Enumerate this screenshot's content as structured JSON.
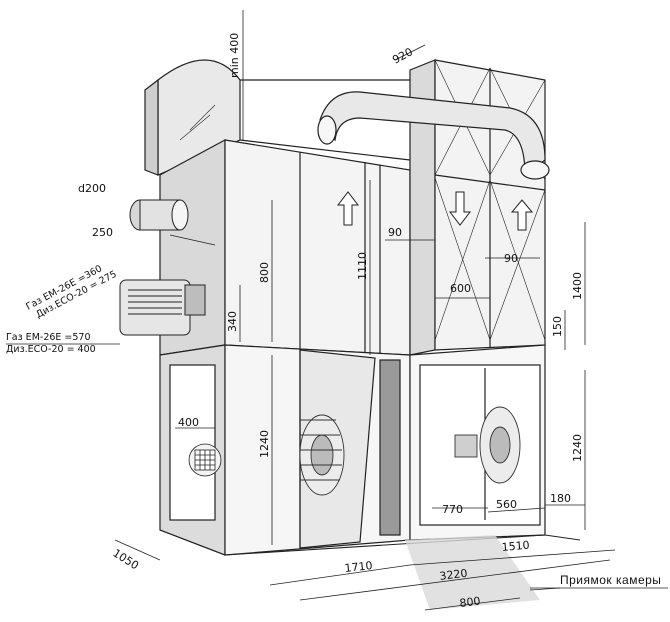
{
  "dimensions": {
    "d_top": "min 400",
    "d_duct": "920",
    "d_pipe": "d200",
    "d_pipe_offset": "250",
    "d_h_upper": "800",
    "d_h_1110": "1110",
    "d_340": "340",
    "d_90a": "90",
    "d_90b": "90",
    "d_600": "600",
    "d_1400": "1400",
    "d_150": "150",
    "d_1240a": "1240",
    "d_1240b": "1240",
    "d_400": "400",
    "d_770": "770",
    "d_560": "560",
    "d_180": "180",
    "d_1050": "1050",
    "d_1710": "1710",
    "d_1510": "1510",
    "d_3220": "3220",
    "d_800b": "800"
  },
  "notes": {
    "burner_upper_1": "Газ EM-26E =360",
    "burner_upper_2": "Диз.ECO-20 = 275",
    "burner_lower_1": "Газ EM-26E =570",
    "burner_lower_2": "Диз.ECO-20 = 400"
  },
  "legend": {
    "pit": "Приямок камеры"
  }
}
